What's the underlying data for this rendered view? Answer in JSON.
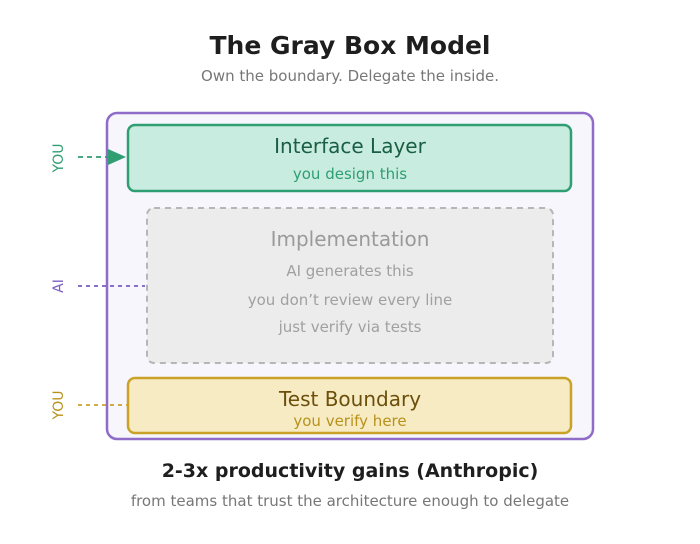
{
  "title": "The Gray Box Model",
  "subtitle": "Own the boundary. Delegate the inside.",
  "layers": {
    "interface": {
      "title": "Interface Layer",
      "subtitle": "you design this",
      "side_label": "YOU"
    },
    "implementation": {
      "title": "Implementation",
      "lines": [
        "AI generates this",
        "you don’t review every line",
        "just verify via tests"
      ],
      "side_label": "AI"
    },
    "test": {
      "title": "Test Boundary",
      "subtitle": "you verify here",
      "side_label": "YOU"
    }
  },
  "footer": {
    "headline": "2-3x productivity gains (Anthropic)",
    "note": "from teams that trust the architecture enough to delegate"
  },
  "colors": {
    "outer_border": "#8e6cc8",
    "outer_fill": "#f7f6fc",
    "interface_fill": "#c8ece0",
    "interface_stroke": "#2f9e72",
    "interface_text": "#1a5e45",
    "interface_sub": "#2f9e72",
    "impl_fill": "#ececec",
    "impl_stroke": "#b6b6b6",
    "impl_text": "#9a9a9a",
    "test_fill": "#f7ebc4",
    "test_stroke": "#c9a227",
    "test_text": "#6b4f0a",
    "test_sub": "#b8911a",
    "ai_label": "#7b5cc2"
  }
}
